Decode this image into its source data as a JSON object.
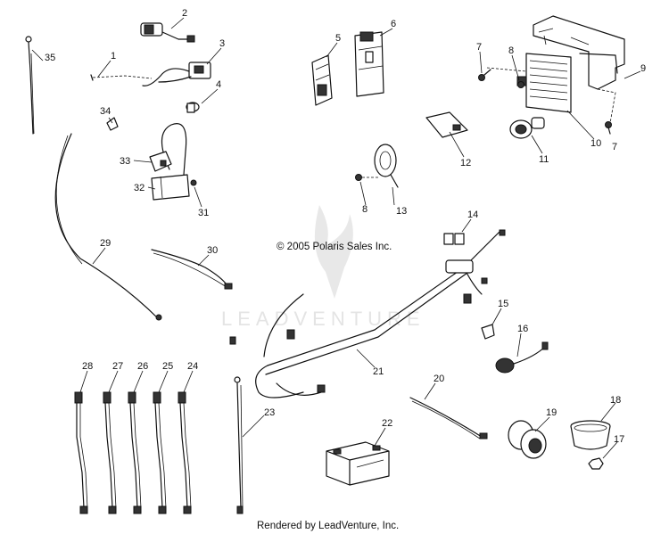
{
  "copyright": "© 2005 Polaris Sales Inc.",
  "footer": "Rendered by LeadVenture, Inc.",
  "watermark": "LEADVENTURE",
  "callouts": [
    "1",
    "2",
    "3",
    "4",
    "5",
    "6",
    "7",
    "7",
    "8",
    "8",
    "9",
    "10",
    "11",
    "12",
    "13",
    "14",
    "15",
    "16",
    "17",
    "18",
    "19",
    "20",
    "21",
    "22",
    "23",
    "24",
    "25",
    "26",
    "27",
    "28",
    "29",
    "30",
    "31",
    "32",
    "33",
    "34",
    "35"
  ]
}
